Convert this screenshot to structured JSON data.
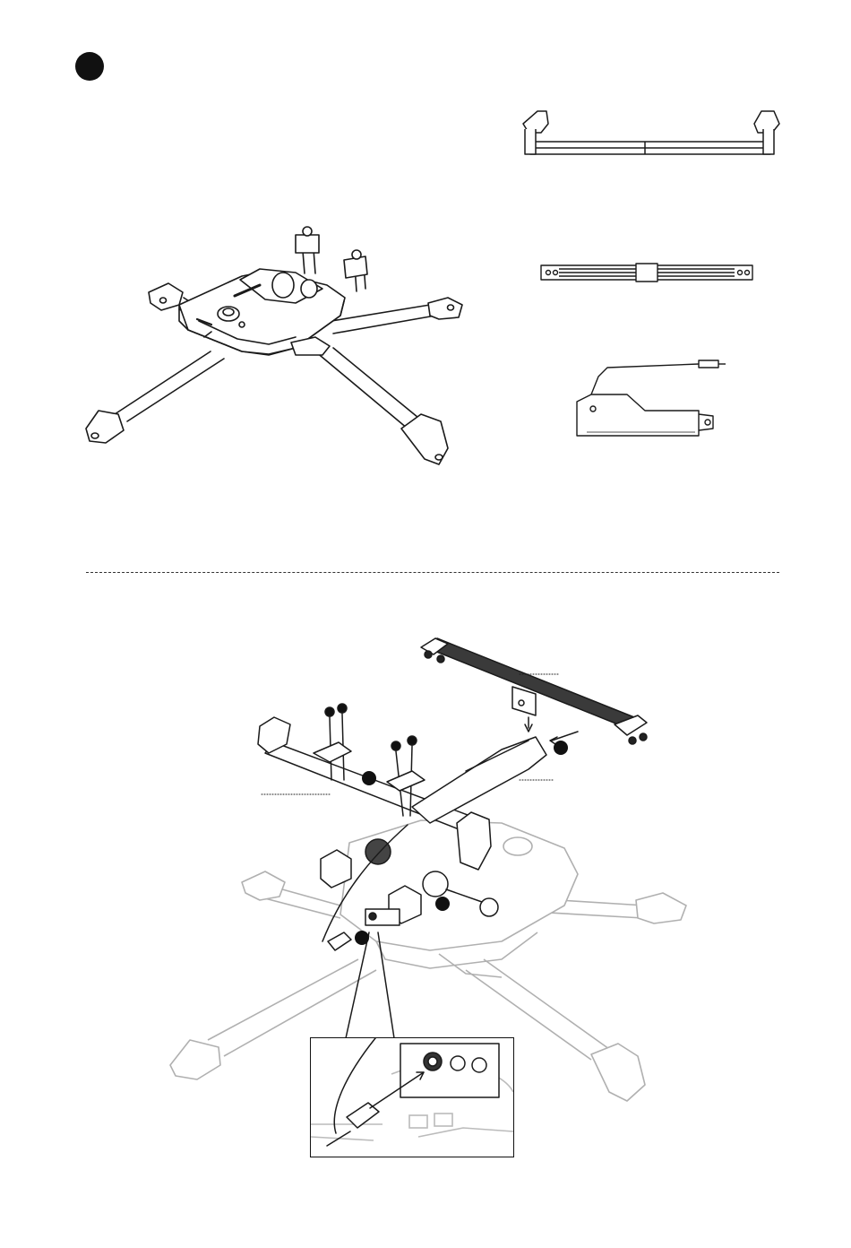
{
  "page": {
    "background": "#ffffff",
    "ink": "#1a1a1a",
    "faded_ink": "#9a9a9a"
  },
  "step_marker": {
    "icon": "filled-circle-icon"
  },
  "top_panel": {
    "main_unit": "stand-base-illustration",
    "parts": [
      "top-crossbar-part",
      "lower-strut-part",
      "actuator-part"
    ]
  },
  "divider": {
    "style": "dashed"
  },
  "bottom_panel": {
    "callout_markers": 4,
    "inset": "connector-detail-inset"
  }
}
